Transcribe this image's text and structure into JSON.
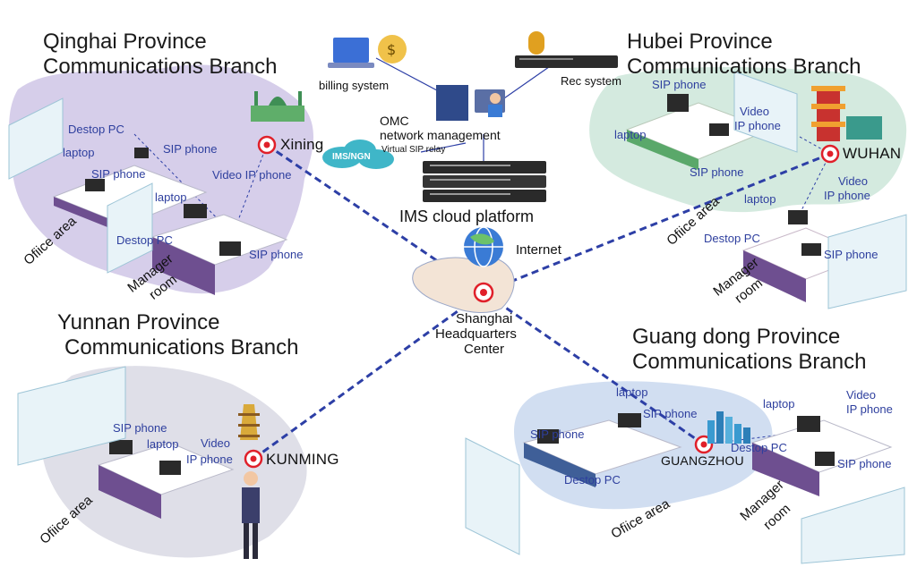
{
  "branches": {
    "qinghai": {
      "title_line1": "Qinghai Province",
      "title_line2": "Communications Branch",
      "city": "Xining",
      "office_area": "Ofiice area",
      "manager_line1": "Manager",
      "manager_line2": "room",
      "devices": [
        "Destop PC",
        "laptop",
        "SIP phone",
        "SIP phone",
        "laptop",
        "Video IP phone",
        "Destop PC",
        "SIP phone"
      ]
    },
    "hubei": {
      "title_line1": "Hubei Province",
      "title_line2": "Communications Branch",
      "city": "WUHAN",
      "office_area": "Ofiice area",
      "manager_line1": "Manager",
      "manager_line2": "room",
      "devices": [
        "SIP phone",
        "Video",
        "IP phone",
        "laptop",
        "SIP phone",
        "laptop",
        "Video",
        "IP phone",
        "Destop PC",
        "SIP phone"
      ]
    },
    "yunnan": {
      "title_line1": "Yunnan Province",
      "title_line2": "Communications Branch",
      "city": "KUNMING",
      "office_area": "Ofiice area",
      "devices": [
        "SIP phone",
        "laptop",
        "Video",
        "IP phone"
      ]
    },
    "guangdong": {
      "title_line1": "Guang dong Province",
      "title_line2": "Communications Branch",
      "city": "GUANGZHOU",
      "office_area": "Ofiice area",
      "manager_line1": "Manager",
      "manager_line2": "room",
      "devices": [
        "laptop",
        "SIP phone",
        "SIP phone",
        "Destop PC",
        "laptop",
        "Video",
        "IP phone",
        "Destop PC",
        "SIP phone"
      ]
    }
  },
  "center": {
    "billing": "billing system",
    "rec": "Rec system",
    "omc_line1": "OMC",
    "omc_line2": "network management",
    "ims_ngn": "IMS/NGN",
    "virtual_sip_relay": "Virtual SIP relay",
    "ims_cloud": "IMS cloud platform",
    "internet": "Internet",
    "hq_line1": "Shanghai",
    "hq_line2": "Headquarters",
    "hq_line3": "Center"
  },
  "colors": {
    "link_dashed": "#2d3fa6",
    "marker_red": "#e0202a",
    "qinghai_map": "#cfc6e6",
    "hubei_map": "#cfe8dc",
    "yunnan_map": "#dcdce6",
    "guangdong_map": "#c9d8ee",
    "device_label": "#2e3f9e"
  },
  "icons": {
    "location": "red-target-marker-icon",
    "server": "rack-server-icon",
    "globe": "globe-icon",
    "cloud": "cloud-icon",
    "phone": "ip-phone-icon",
    "laptop": "laptop-icon",
    "monitor": "desktop-monitor-icon",
    "landmark": "landmark-icon"
  }
}
